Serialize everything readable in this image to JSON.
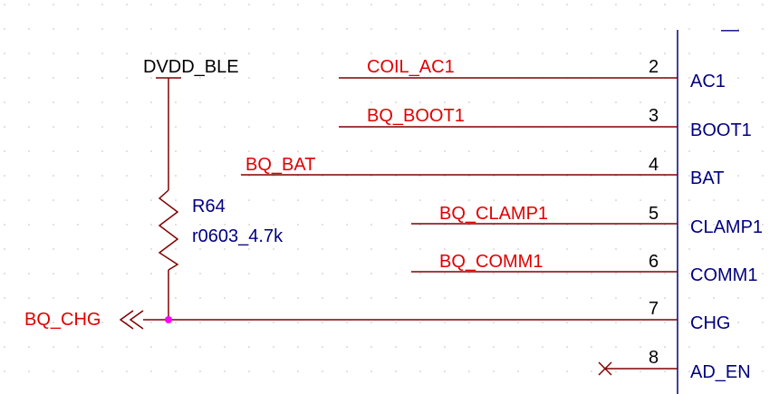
{
  "power_label": "DVDD_BLE",
  "resistor": {
    "ref": "R64",
    "value": "r0603_4.7k"
  },
  "offpage_net": "BQ_CHG",
  "component": {
    "top_mark": "—",
    "pins": [
      {
        "num": "2",
        "name": "AC1",
        "net": "COIL_AC1"
      },
      {
        "num": "3",
        "name": "BOOT1",
        "net": "BQ_BOOT1"
      },
      {
        "num": "4",
        "name": "BAT",
        "net": "BQ_BAT"
      },
      {
        "num": "5",
        "name": "CLAMP1",
        "net": "BQ_CLAMP1"
      },
      {
        "num": "6",
        "name": "COMM1",
        "net": "BQ_COMM1"
      },
      {
        "num": "7",
        "name": "CHG",
        "net": ""
      },
      {
        "num": "8",
        "name": "AD_EN",
        "net": ""
      }
    ]
  },
  "colors": {
    "wire": "#800000",
    "net_label": "#e00000",
    "pin_text": "#000080",
    "component_outline": "#000080",
    "junction": "#ff00ff",
    "grid_dot": "#bdbdbd"
  },
  "no_connect_pin": "8"
}
